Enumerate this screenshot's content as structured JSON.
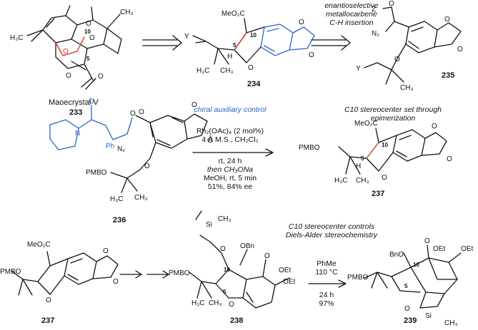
{
  "row1": {
    "compound_233": {
      "name": "Maoecrystal V",
      "number": "233"
    },
    "compound_234": {
      "number": "234"
    },
    "compound_235": {
      "number": "235"
    },
    "caption_top": [
      "enantioselective",
      "metallocarbene",
      "C-H insertion"
    ]
  },
  "row2": {
    "compound_236": {
      "number": "236"
    },
    "compound_237": {
      "number": "237"
    },
    "auxiliary_caption": "chiral auxiliary control",
    "conditions_above": [
      "Rh₂(OAc)₄ (2 mol%)",
      "4 Å M.S., CH₂Cl₂"
    ],
    "conditions_below": [
      "rt, 24 h",
      "then CH₃ONa",
      "MeOH, rt, 5 min",
      "51%, 84% ee"
    ],
    "caption_c10": [
      "C10 stereocenter set through",
      "epimerization"
    ]
  },
  "row3": {
    "compound_237": {
      "number": "237"
    },
    "compound_238": {
      "number": "238"
    },
    "compound_239": {
      "number": "239"
    },
    "caption_da": [
      "C10 stereocenter controls",
      "Diels-Alder stereochemistry"
    ],
    "conditions_above": [
      "PhMe",
      "110 °C"
    ],
    "conditions_below": [
      "24 h",
      "97%"
    ]
  },
  "atom_labels": {
    "meo2c": "MeO₂C",
    "pmbo": "PMBO",
    "bno": "BnO",
    "obn": "OBn",
    "oet": "OEt",
    "o": "O",
    "z": "Z",
    "y": "Y",
    "n2": "N₂",
    "ph": "Ph",
    "n": "N",
    "si": "Si",
    "h": "H",
    "h3c": "H₃C",
    "ch3": "CH₃",
    "c10": "10",
    "c5": "5"
  },
  "colors": {
    "blue": "#2a63c8",
    "red": "#d42a1a",
    "black": "#111111"
  }
}
